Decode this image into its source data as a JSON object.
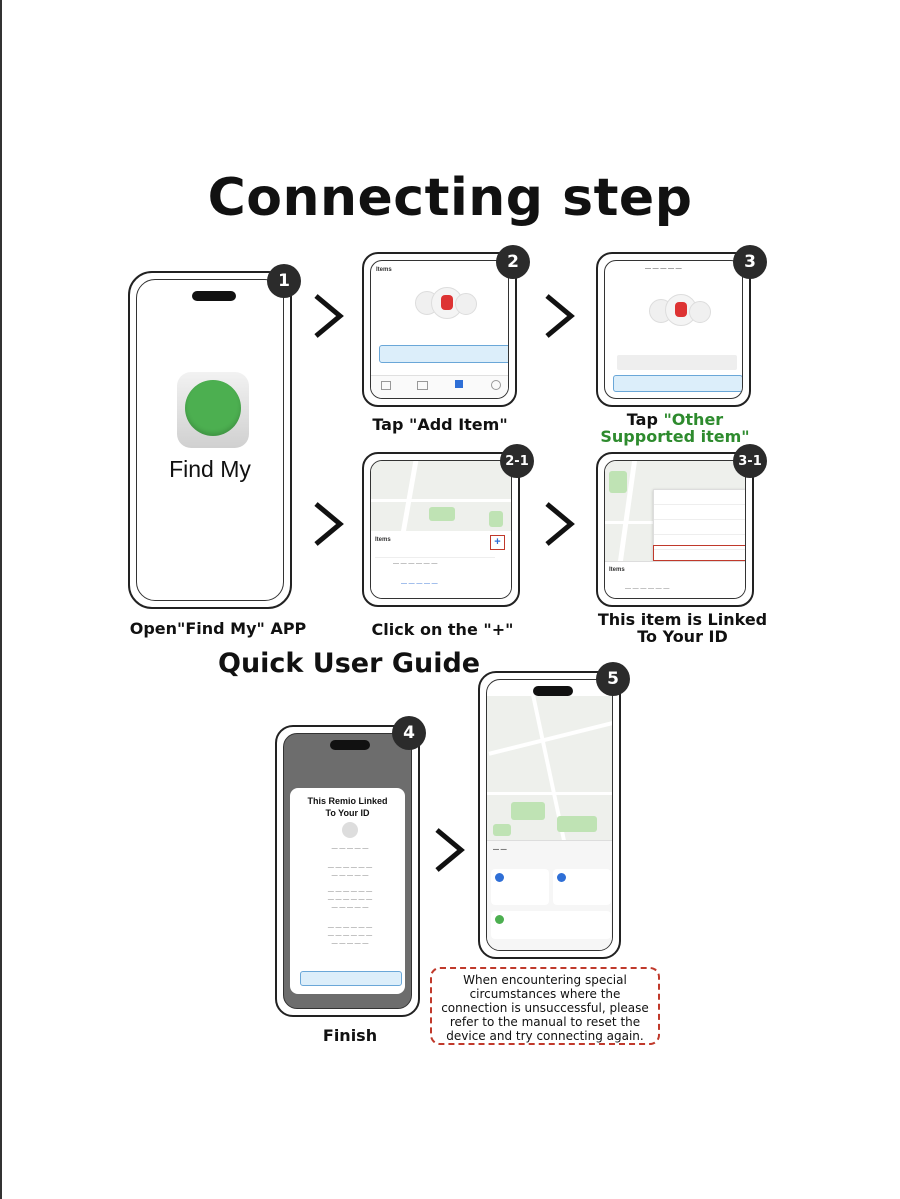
{
  "title": "Connecting step",
  "subtitle": "Quick User Guide",
  "app_name": "Find My",
  "steps": {
    "s1": {
      "badge": "1",
      "caption": "Open\"Find My\" APP"
    },
    "s2": {
      "badge": "2",
      "caption": "Tap \"Add Item\""
    },
    "s3": {
      "badge": "3",
      "caption_prefix": "Tap ",
      "caption_highlight": "\"Other Supported item\""
    },
    "s2_1": {
      "badge": "2-1",
      "caption": "Click on the \"+\""
    },
    "s3_1": {
      "badge": "3-1",
      "caption_line1": "This item is Linked",
      "caption_line2": "To Your       ID"
    },
    "s4": {
      "badge": "4",
      "caption": "Finish",
      "dialog_title_1": "This Remio Linked",
      "dialog_title_2": "To Your       ID"
    },
    "s5": {
      "badge": "5"
    }
  },
  "note": "When encountering special circumstances where the connection is unsuccessful, please refer to the manual to reset the device and try connecting again.",
  "colors": {
    "accent_green": "#2e8b2e",
    "note_border": "#c0392b",
    "app_icon_green": "#4caf50"
  },
  "icons": [
    "chevron-right-icon",
    "find-my-app-icon",
    "plus-icon"
  ]
}
